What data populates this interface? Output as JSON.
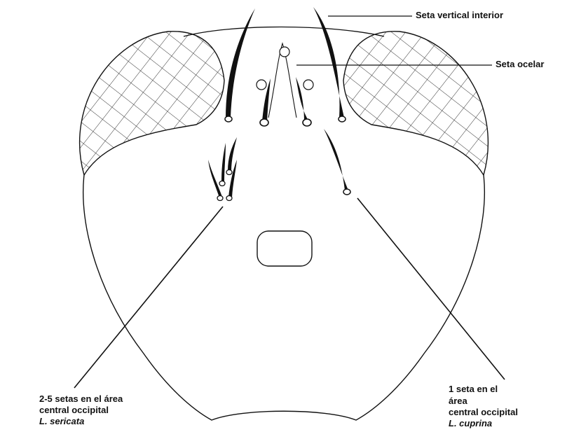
{
  "labels": {
    "inner_vertical_seta": "Seta vertical interior",
    "ocellar_seta": "Seta ocelar",
    "sericata_line1": "2-5 setas en el área",
    "sericata_line2": "central occipital",
    "sericata_species": "L. sericata",
    "cuprina_line1": "1 seta en el",
    "cuprina_line2": "área",
    "cuprina_line3": "central occipital",
    "cuprina_species": "L. cuprina"
  }
}
